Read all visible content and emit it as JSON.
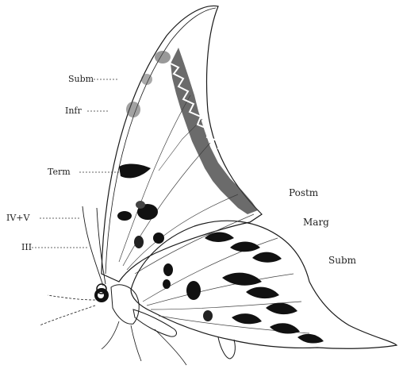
{
  "labels": {
    "subm_left": "Subm",
    "infr": "Infr",
    "term": "Term",
    "iv_v": "IV+V",
    "iii": "III",
    "postm": "Postm",
    "marg": "Marg",
    "subm_right": "Subm"
  },
  "colors": {
    "ink": "#1a1a1a",
    "shade": "#555555",
    "paper": "#ffffff"
  }
}
